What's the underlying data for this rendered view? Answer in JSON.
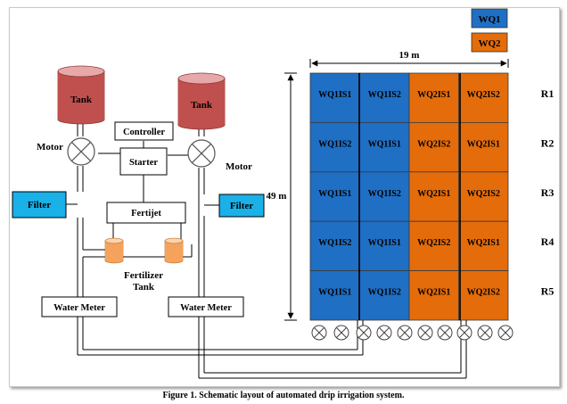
{
  "legend": [
    {
      "label": "WQ1",
      "color": "#1f6fc4"
    },
    {
      "label": "WQ2",
      "color": "#e46c0a"
    }
  ],
  "dimensions": {
    "width": "19 m",
    "height": "49 m"
  },
  "components": {
    "tank_left": "Tank",
    "tank_right": "Tank",
    "controller": "Controller",
    "starter": "Starter",
    "fertijet": "Fertijet",
    "motor_left": "Motor",
    "motor_right": "Motor",
    "filter_left": "Filter",
    "filter_right": "Filter",
    "fertilizer_tank": [
      "Fertilizer",
      "Tank"
    ],
    "water_meter_left": "Water Meter",
    "water_meter_right": "Water Meter"
  },
  "rows": [
    {
      "label": "R1",
      "cells": [
        "WQ1IS1",
        "WQ1IS2",
        "WQ2IS1",
        "WQ2IS2"
      ]
    },
    {
      "label": "R2",
      "cells": [
        "WQ1IS2",
        "WQ1IS1",
        "WQ2IS2",
        "WQ2IS1"
      ]
    },
    {
      "label": "R3",
      "cells": [
        "WQ1IS1",
        "WQ1IS2",
        "WQ2IS1",
        "WQ2IS2"
      ]
    },
    {
      "label": "R4",
      "cells": [
        "WQ1IS2",
        "WQ1IS1",
        "WQ2IS2",
        "WQ2IS1"
      ]
    },
    {
      "label": "R5",
      "cells": [
        "WQ1IS1",
        "WQ1IS2",
        "WQ2IS1",
        "WQ2IS2"
      ]
    }
  ],
  "colors": {
    "wq1": "#1f6fc4",
    "wq2": "#e46c0a",
    "filter": "#1ab0e8",
    "tank": "#c0504d",
    "tank_top": "#e6a8a8",
    "fert_tank": "#f5a35c"
  },
  "caption": "Figure 1. Schematic layout of automated drip irrigation system."
}
